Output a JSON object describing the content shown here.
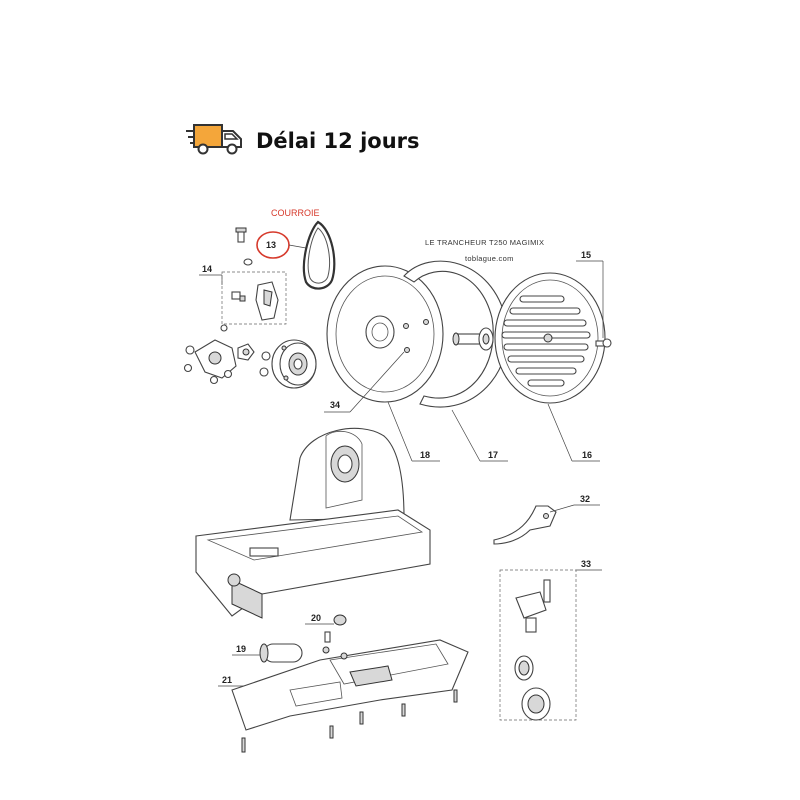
{
  "banner": {
    "text": "Délai 12 jours",
    "icon": "delivery-truck-icon",
    "icon_color": "#f4a63a"
  },
  "diagram": {
    "title_line1": "LE TRANCHEUR T250 MAGIMIX",
    "title_line2": "toblague.com",
    "highlight_label": "COURROIE",
    "highlight_color": "#d63a2c",
    "labels": {
      "p13": "13",
      "p14": "14",
      "p15": "15",
      "p16": "16",
      "p17": "17",
      "p18": "18",
      "p19": "19",
      "p20": "20",
      "p21": "21",
      "p32": "32",
      "p33": "33",
      "p34": "34"
    }
  }
}
